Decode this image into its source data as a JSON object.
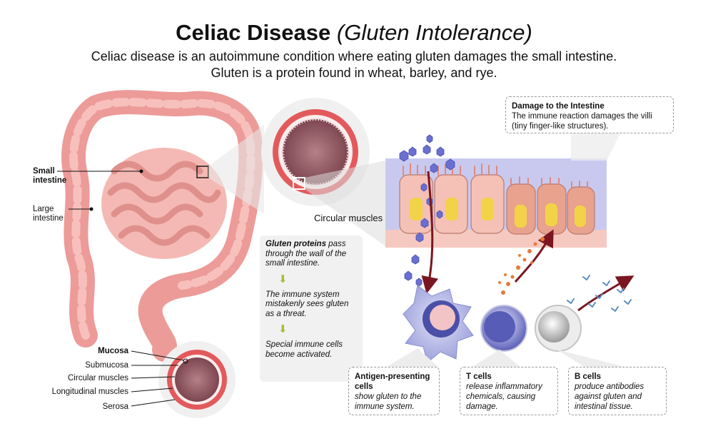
{
  "title": {
    "main": "Celiac Disease",
    "paren": "(Gluten Intolerance)"
  },
  "subtitle": {
    "line1": "Celiac disease is an autoimmune condition where eating gluten damages the small intestine.",
    "line2": "Gluten is a protein found in wheat, barley, and rye."
  },
  "intestine_labels": {
    "small": "Small intestine",
    "large": "Large intestine"
  },
  "layer_labels": [
    "Mucosa",
    "Submucosa",
    "Circular muscles",
    "Longitudinal muscles",
    "Serosa"
  ],
  "circular_muscles_label": "Circular muscles",
  "damage_box": {
    "heading": "Damage to the Intestine",
    "text": "The immune reaction damages the villi (tiny finger-like structures)."
  },
  "steps": {
    "s1_bold": "Gluten proteins",
    "s1_rest": " pass through the wall of the small intestine.",
    "s2": "The immune system mistakenly sees gluten as a threat.",
    "s3": "Special immune cells become activated."
  },
  "cells": [
    {
      "heading": "Antigen-presenting cells",
      "text": "show gluten to the immune system."
    },
    {
      "heading": "T cells",
      "text": "release inflammatory chemicals, causing damage."
    },
    {
      "heading": "B cells",
      "text": "produce antibodies against gluten and intestinal tissue."
    }
  ],
  "colors": {
    "intestine": "#f0a3a0",
    "mucosa": "#8a4f58",
    "muscle_ring": "#e0585a",
    "arrow": "#7a1620",
    "gluten": "#6a6fd0",
    "step_arrow": "#a6bd3c"
  }
}
